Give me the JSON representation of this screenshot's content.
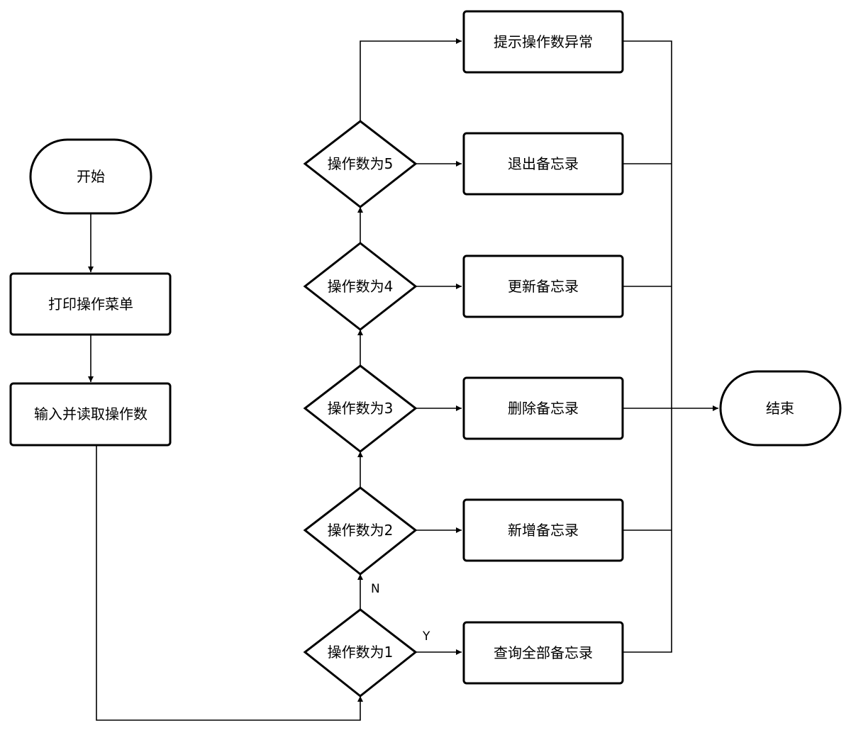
{
  "nodes": {
    "start": "开始",
    "print_menu": "打印操作菜单",
    "input_read": "输入并读取操作数",
    "cond_1": "操作数为1",
    "cond_2": "操作数为2",
    "cond_3": "操作数为3",
    "cond_4": "操作数为4",
    "cond_5": "操作数为5",
    "query_all": "查询全部备忘录",
    "add_memo": "新增备忘录",
    "delete_memo": "删除备忘录",
    "update_memo": "更新备忘录",
    "exit_memo": "退出备忘录",
    "error_tip": "提示操作数异常",
    "end": "结束"
  },
  "edge_labels": {
    "yes": "Y",
    "no": "N"
  }
}
